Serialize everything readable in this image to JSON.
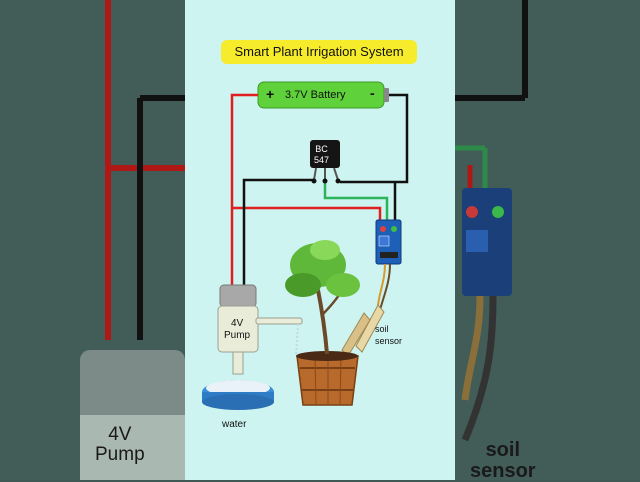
{
  "title": "Smart Plant Irrigation System",
  "battery": {
    "label": "3.7V Battery",
    "plus": "+",
    "minus": "-"
  },
  "transistor": {
    "line1": "BC",
    "line2": "547"
  },
  "pump": {
    "line1": "4V",
    "line2": "Pump"
  },
  "sensor": {
    "line1": "soil",
    "line2": "sensor"
  },
  "water_label": "water",
  "background": {
    "left": {
      "pump_line1": "4V",
      "pump_line2": "Pump"
    },
    "right": {
      "soil_line1": "soil",
      "soil_line2": "sensor"
    }
  },
  "colors": {
    "wire_red": "#e02020",
    "wire_black": "#111111",
    "wire_green": "#2db35a",
    "battery_green": "#5fd13a",
    "title_bg": "#f7ec2b",
    "panel_bg": "#cdf4f1",
    "module_blue": "#1e5fb8"
  }
}
